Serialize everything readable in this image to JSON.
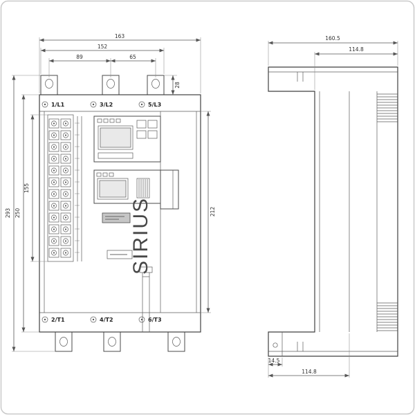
{
  "front_view": {
    "terminals_top": [
      "1/L1",
      "3/L2",
      "5/L3"
    ],
    "terminals_bottom": [
      "2/T1",
      "4/T2",
      "6/T3"
    ],
    "brand": "SIRIUS"
  },
  "dimensions": {
    "front_top_total": "163",
    "front_top_outer": "152",
    "front_top_hole_left": "89",
    "front_top_hole_right": "65",
    "front_top_tab_height": "28",
    "front_left_total": "293",
    "front_left_body": "250",
    "front_left_strip": "155",
    "front_right_body": "212",
    "side_top_total": "160.5",
    "side_top_depth": "114.8",
    "side_bottom_offset": "14.5",
    "side_bottom_depth": "114.8"
  }
}
